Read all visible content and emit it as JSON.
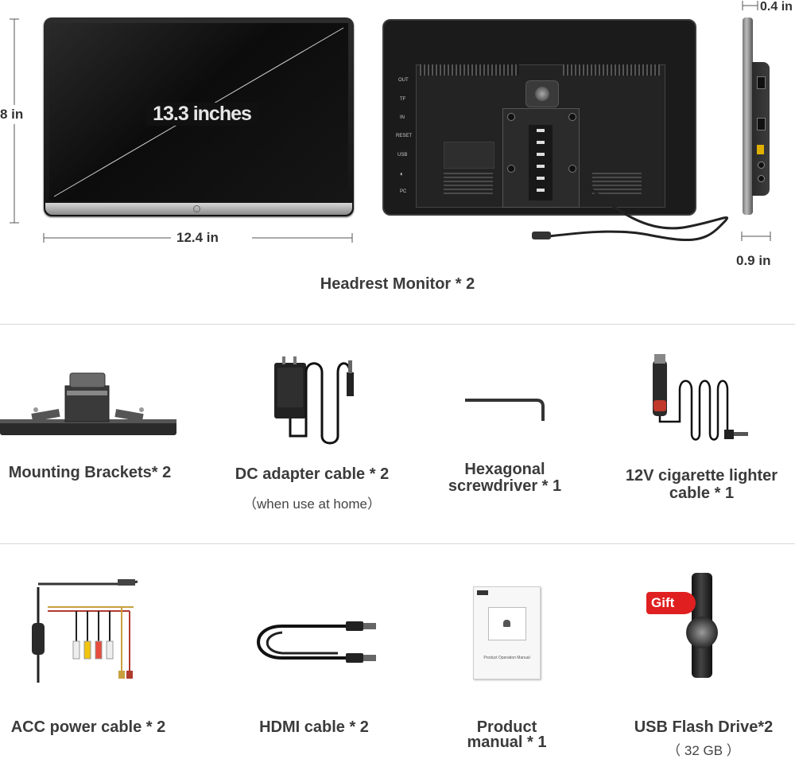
{
  "monitor": {
    "screen_text": "13.3 inches",
    "height_label": "8 in",
    "width_label": "12.4 in",
    "thickness_top_label": "0.4 in",
    "thickness_bottom_label": "0.9 in",
    "caption": "Headrest Monitor * 2",
    "port_labels": [
      "OUT",
      "TF",
      "IN",
      "RESET",
      "USB",
      "◐",
      "PC"
    ]
  },
  "row1": {
    "items": [
      {
        "title": "Mounting Brackets* 2"
      },
      {
        "title": "DC adapter cable * 2",
        "note": "（when use  at home）"
      },
      {
        "title_line1": "Hexagonal",
        "title_line2": "screwdriver * 1"
      },
      {
        "title_line1": "12V cigarette lighter",
        "title_line2": "cable  * 1"
      }
    ]
  },
  "row2": {
    "items": [
      {
        "title": "ACC power cable * 2"
      },
      {
        "title": "HDMI cable * 2"
      },
      {
        "title_line1": "Product",
        "title_line2": "manual * 1",
        "manual_text": "Product Operation Manual"
      },
      {
        "title": "USB Flash Drive*2",
        "note": "（ 32 GB ）",
        "badge": "Gift"
      }
    ]
  }
}
